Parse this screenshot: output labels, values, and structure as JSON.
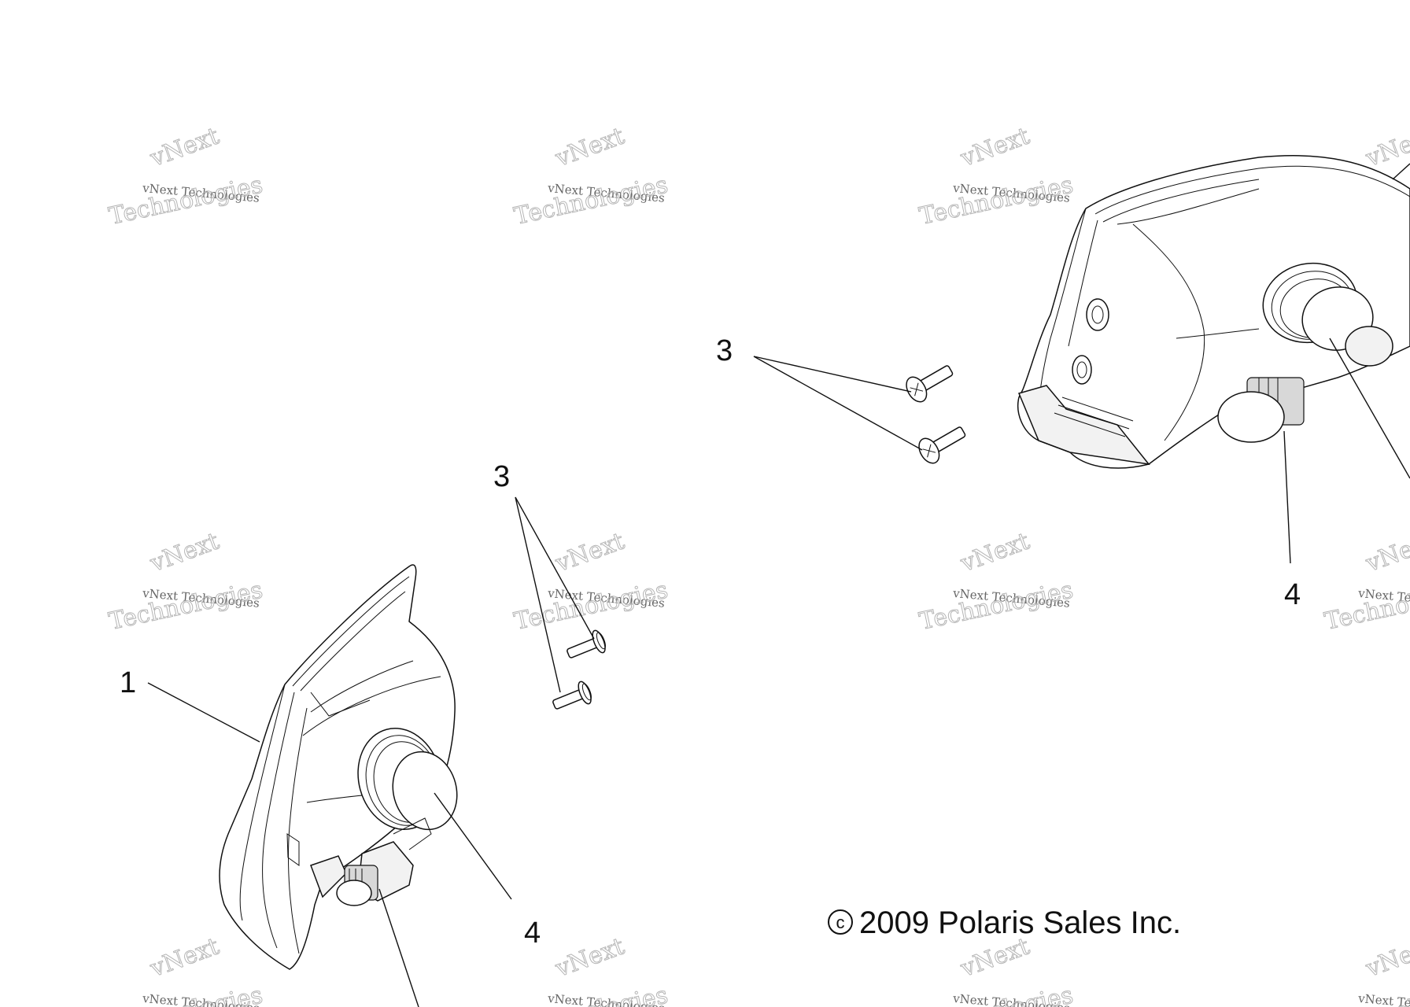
{
  "copyright": "2009 Polaris Sales Inc.",
  "copyright_symbol": "c",
  "callouts": {
    "lamp_left": "1",
    "screws_left": "3",
    "bulb_left": "4",
    "screws_right": "3",
    "bulb_right": "4"
  },
  "watermark": {
    "line1": "vNext Technologies",
    "arc_top": "vNext",
    "arc_bottom": "Technologies"
  },
  "colors": {
    "line": "#111111",
    "background": "#ffffff",
    "watermark": "#b5b5b5"
  }
}
